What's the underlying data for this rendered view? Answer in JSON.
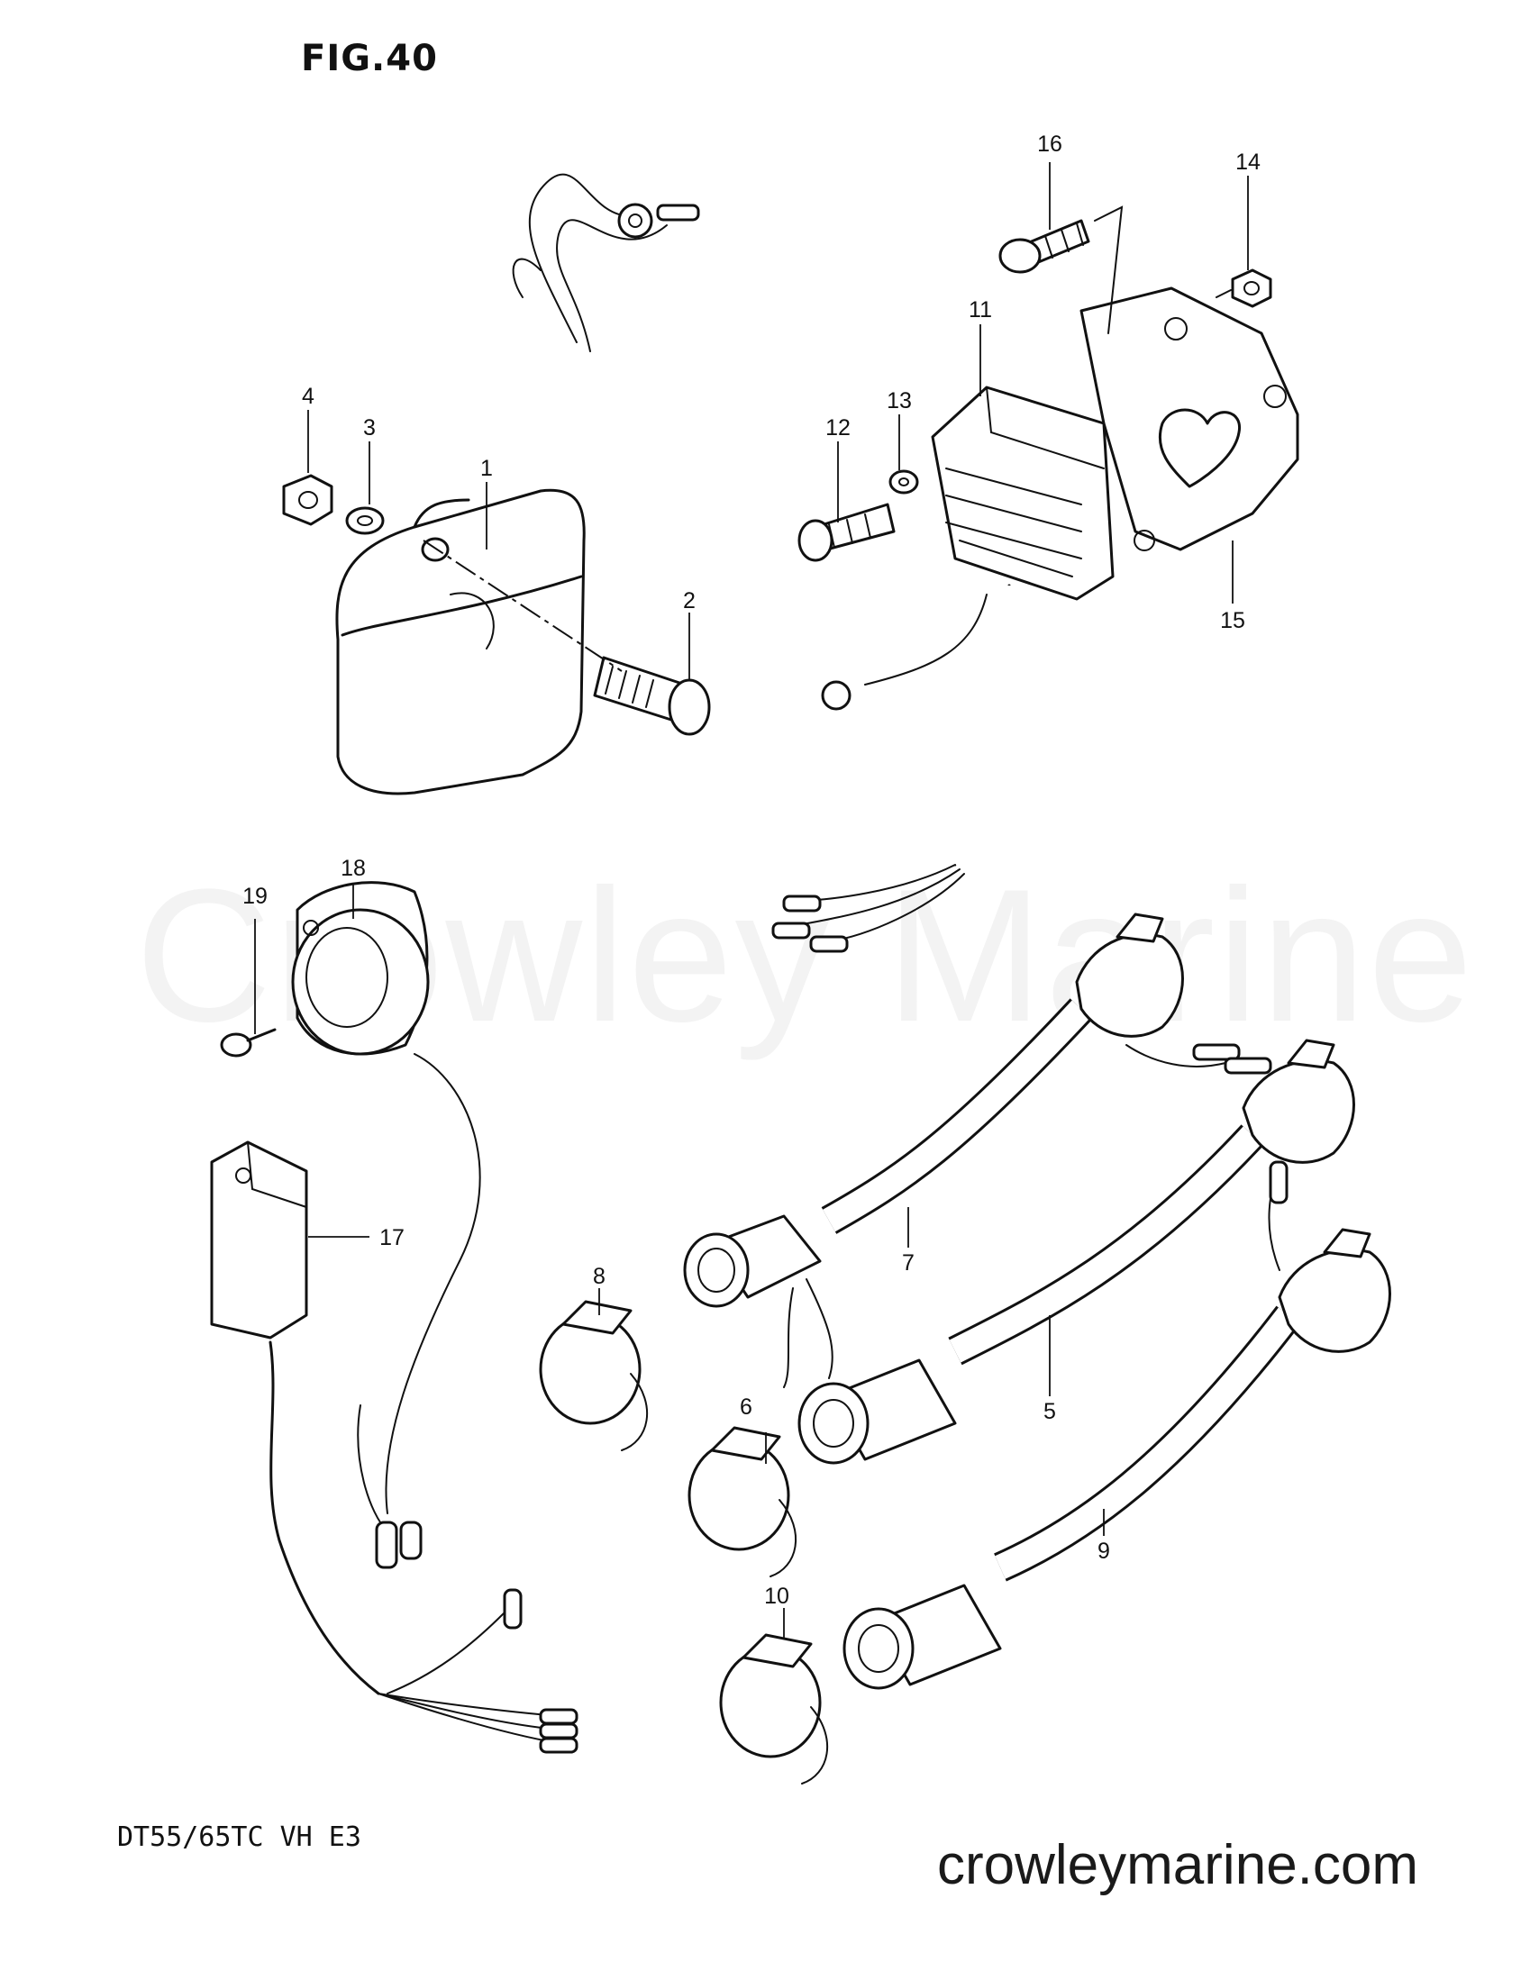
{
  "figure": {
    "title": "FIG.40",
    "model": "DT55/65TC  VH  E3",
    "watermark": "Crowley Marine",
    "site": "crowleymarine.com"
  },
  "callouts": [
    "1",
    "2",
    "3",
    "4",
    "5",
    "6",
    "7",
    "8",
    "9",
    "10",
    "11",
    "12",
    "13",
    "14",
    "15",
    "16",
    "17",
    "18",
    "19"
  ]
}
